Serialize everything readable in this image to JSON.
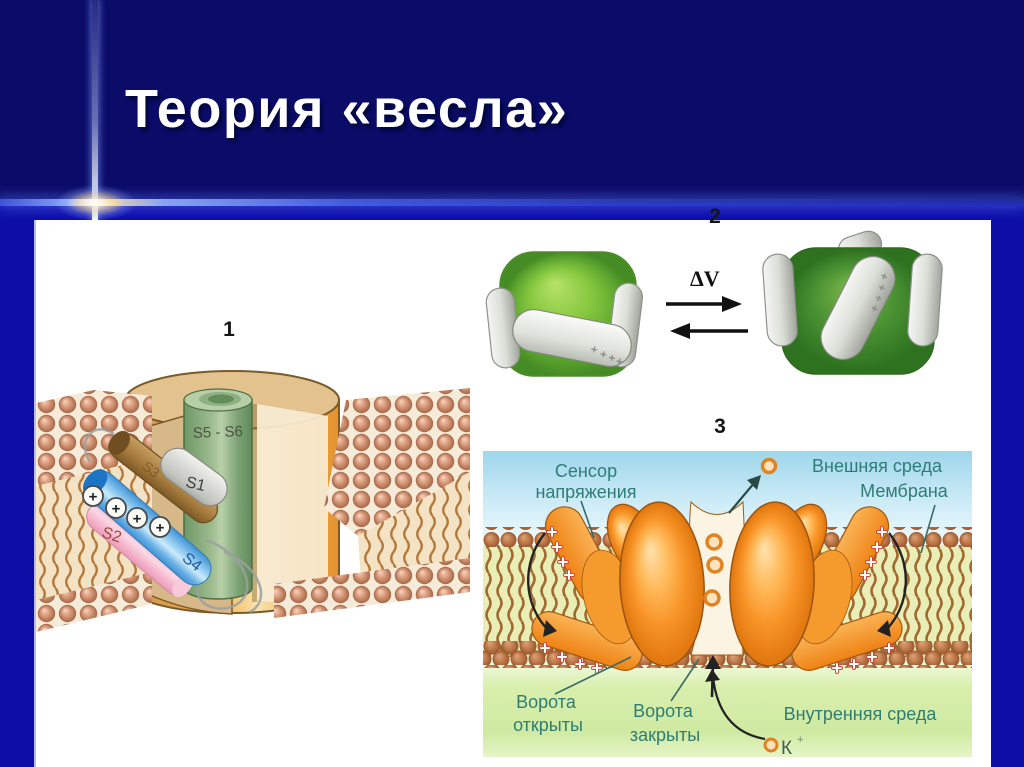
{
  "slide": {
    "title": "Теория «весла»",
    "colors": {
      "background_top": "#0b0b68",
      "background_bottom": "#0d0da6",
      "panel": "#ffffff",
      "title": "#ffffff",
      "label_teal": "#2e7d74",
      "channel_orange": "#f89427",
      "resting_green": "#86c83e",
      "activated_green": "#4d9434"
    }
  },
  "figure1": {
    "number": "1",
    "pore_label": "S5 - S6",
    "segment_s1": "S1",
    "segment_s2": "S2",
    "segment_s3": "S3",
    "segment_s4": "S4",
    "charges": [
      "+",
      "+",
      "+",
      "+"
    ]
  },
  "figure2": {
    "number": "2",
    "voltage_label": "ΔV"
  },
  "figure3": {
    "number": "3",
    "sensor_line1": "Сенсор",
    "sensor_line2": "напряжения",
    "outer_medium": "Внешняя среда",
    "membrane": "Мембрана",
    "gate_open_line1": "Ворота",
    "gate_open_line2": "открыты",
    "gate_closed_line1": "Ворота",
    "gate_closed_line2": "закрыты",
    "inner_medium": "Внутренняя среда",
    "ion": "К",
    "ion_charge": "+"
  }
}
